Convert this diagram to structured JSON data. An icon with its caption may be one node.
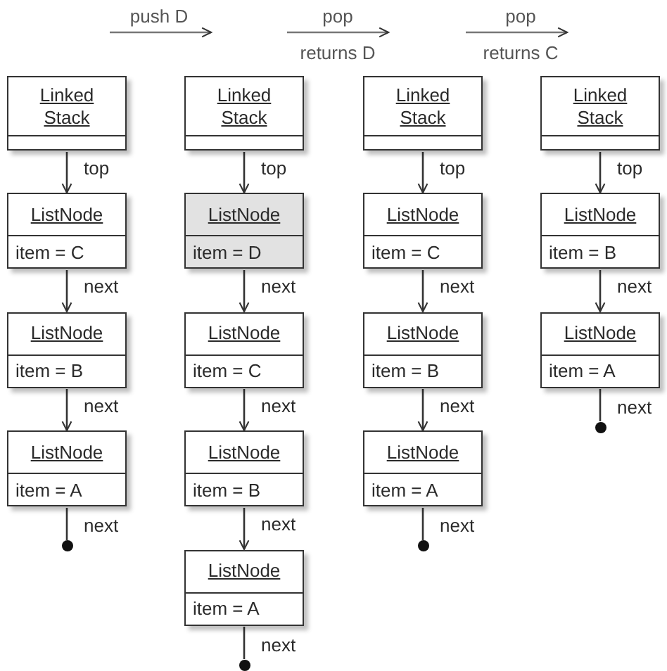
{
  "diagram": {
    "nodes": [
      {
        "text": [
          "Linked Stack"
        ]
      },
      {
        "text": [
          "ListNode",
          "item = C"
        ]
      },
      {
        "text": [
          "ListNode",
          "item = B"
        ]
      },
      {
        "text": [
          "ListNode",
          "item = A"
        ]
      },
      {
        "text": [],
        "shape": "circle"
      },
      {
        "text": [
          "Linked Stack"
        ]
      },
      {
        "text": [
          "ListNode",
          "item = D"
        ]
      },
      {
        "text": [
          "ListNode",
          "item = C"
        ]
      },
      {
        "text": [
          "ListNode",
          "item = B"
        ]
      },
      {
        "text": [
          "ListNode",
          "item = A"
        ]
      },
      {
        "text": [],
        "shape": "circle"
      },
      {
        "text": [
          "Linked Stack"
        ]
      },
      {
        "text": [
          "ListNode",
          "item = C"
        ]
      },
      {
        "text": [
          "ListNode",
          "item = B"
        ]
      },
      {
        "text": [
          "ListNode",
          "item = A"
        ]
      },
      {
        "text": [],
        "shape": "circle"
      },
      {
        "text": [
          "Linked Stack"
        ]
      },
      {
        "text": [
          "ListNode",
          "item = B"
        ]
      },
      {
        "text": [
          "ListNode",
          "item = A"
        ]
      },
      {
        "text": [],
        "shape": "circle"
      }
    ],
    "edges": [
      {
        "from": 0,
        "to": 1,
        "arrow": "to",
        "label": "top"
      },
      {
        "from": 1,
        "to": 2,
        "arrow": "to",
        "label": "next"
      },
      {
        "from": 2,
        "to": 3,
        "arrow": "to",
        "label": "next"
      },
      {
        "from": 3,
        "to": 4,
        "arrow": "none",
        "label": "next"
      },
      {
        "from": 5,
        "to": 6,
        "arrow": "to",
        "label": "top"
      },
      {
        "from": 6,
        "to": 7,
        "arrow": "to",
        "label": "next"
      },
      {
        "from": 7,
        "to": 8,
        "arrow": "to",
        "label": "next"
      },
      {
        "from": 8,
        "to": 9,
        "arrow": "to",
        "label": "next"
      },
      {
        "from": 9,
        "to": 10,
        "arrow": "none",
        "label": "next"
      },
      {
        "from": 11,
        "to": 12,
        "arrow": "to",
        "label": "top"
      },
      {
        "from": 12,
        "to": 13,
        "arrow": "to",
        "label": "next"
      },
      {
        "from": 13,
        "to": 14,
        "arrow": "to",
        "label": "next"
      },
      {
        "from": 14,
        "to": 15,
        "arrow": "none",
        "label": "next"
      },
      {
        "from": 16,
        "to": 17,
        "arrow": "to",
        "label": "top"
      },
      {
        "from": 17,
        "to": 18,
        "arrow": "to",
        "label": "next"
      },
      {
        "from": 18,
        "to": 19,
        "arrow": "none",
        "label": "next"
      }
    ],
    "labels": [
      "push D",
      "pop",
      "pop",
      "returns D",
      "returns C"
    ]
  }
}
